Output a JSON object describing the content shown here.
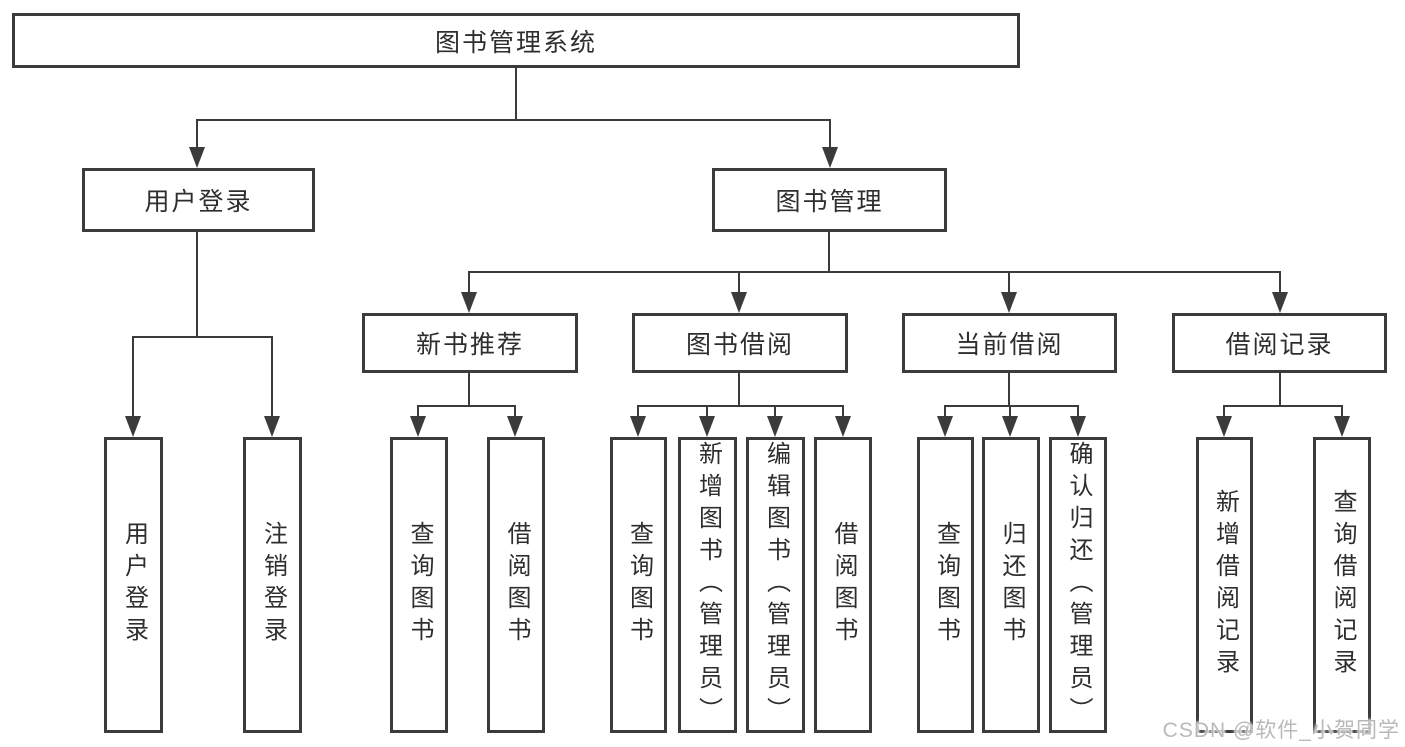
{
  "diagram": {
    "title": "图书管理系统",
    "branches": {
      "user_login": {
        "label": "用户登录",
        "leaves": [
          "用户登录",
          "注销登录"
        ]
      },
      "book_management": {
        "label": "图书管理",
        "groups": {
          "new_book_recommend": {
            "label": "新书推荐",
            "leaves": [
              "查询图书",
              "借阅图书"
            ]
          },
          "book_borrow": {
            "label": "图书借阅",
            "leaves": [
              "查询图书",
              "新增图书（管理员）",
              "编辑图书（管理员）",
              "借阅图书"
            ]
          },
          "current_borrow": {
            "label": "当前借阅",
            "leaves": [
              "查询图书",
              "归还图书",
              "确认归还（管理员）"
            ]
          },
          "borrow_records": {
            "label": "借阅记录",
            "leaves": [
              "新增借阅记录",
              "查询借阅记录"
            ]
          }
        }
      }
    },
    "watermark": "CSDN @软件_小贺同学",
    "colors": {
      "line": "#3b3b3b",
      "text": "#2e2e2e",
      "watermark": "#b9b9b9",
      "background": "#ffffff"
    }
  }
}
